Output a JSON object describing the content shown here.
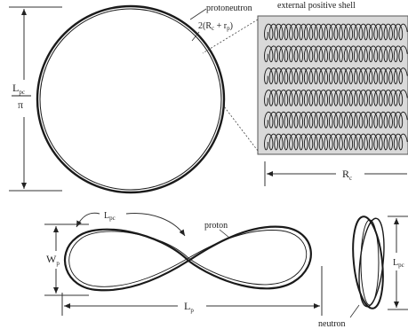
{
  "labels": {
    "protoneutron": "protoneutron",
    "external_shell": "external positive shell",
    "proton": "proton",
    "neutron": "neutron",
    "size_label_prefix": "2(R",
    "size_label_c": "c",
    "size_label_plus": " + r",
    "size_label_p": "p",
    "size_label_suffix": ")",
    "lpc_letter": "L",
    "lpc_sub": "pc",
    "pi": "π",
    "rc_letter": "R",
    "rc_sub": "c",
    "wp_letter": "W",
    "wp_sub": "p",
    "lp_letter": "L",
    "lp_sub": "p",
    "lpc_top_letter": "L",
    "lpc_top_sub": "pc",
    "lpc_right_letter": "L",
    "lpc_right_sub": "pc"
  },
  "colors": {
    "ink": "#1a1a1a",
    "shell_bg": "#d9d9d9",
    "dim_line": "#333333"
  }
}
